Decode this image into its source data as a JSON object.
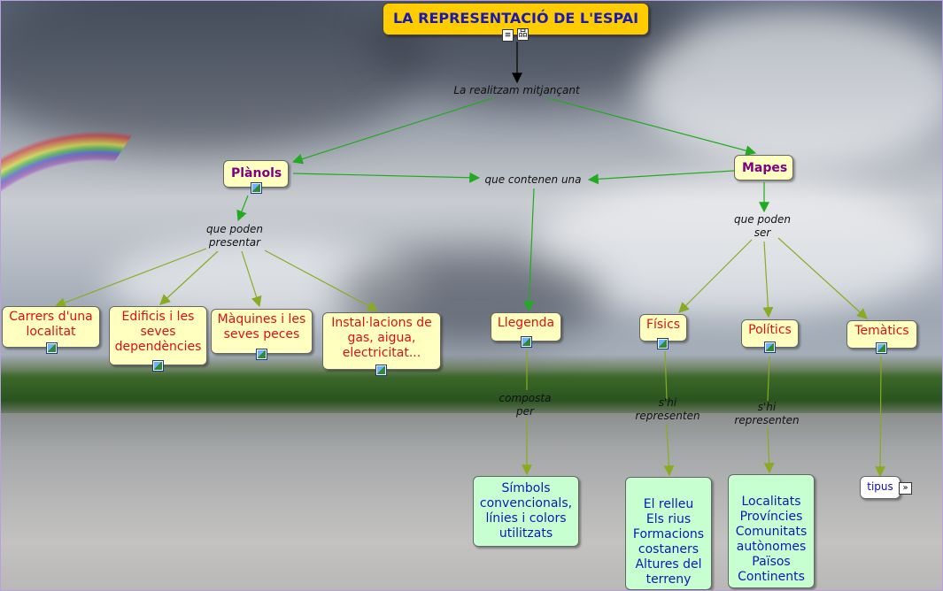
{
  "title": "LA REPRESENTACIÓ DE L'ESPAI",
  "concepts": {
    "planols": "Plànols",
    "mapes": "Mapes",
    "carrers": "Carrers d'una localitat",
    "edificis": "Edificis i les seves dependències",
    "maquines": "Màquines i les seves peces",
    "installacions": "Instal·lacions de gas, aigua, electricitat...",
    "llegenda": "Llegenda",
    "fisics": "Físics",
    "politics": "Polítics",
    "tematics": "Temàtics",
    "simbols": "Símbols convencionals, línies i colors utilitzats",
    "relleu": "El relleu\nEls rius\nFormacions costaners\nAltures del terreny\n...",
    "localitats": "Localitats\nProvíncies\nComunitats autònomes\nPaïsos\nContinents\n...",
    "tipus": "tipus"
  },
  "link_labels": {
    "realitzam": "La realitzam mitjançant",
    "contenen": "que contenen una",
    "poden_presentar": "que poden\npresentar",
    "poden_ser": "que poden\nser",
    "composta": "composta\nper",
    "shi_represente_1": "s'hi\nrepresenten",
    "shi_represente_2": "s'hi\nrepresenten"
  },
  "icons": [
    "image-icon",
    "document-icon",
    "concept-map-icon",
    "expand-icon"
  ],
  "colors": {
    "title_bg": "#ffcc00",
    "concept_bg": "#ffffc0",
    "leaf_bg": "#c8ffd0",
    "arrow_dark": "#000000",
    "arrow_green": "#22aa22",
    "arrow_olive": "#8aaa22"
  }
}
